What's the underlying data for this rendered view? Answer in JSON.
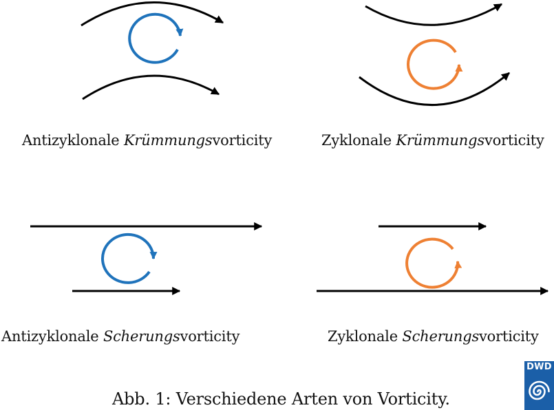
{
  "colors": {
    "flow": "#000000",
    "anticyclonic": "#1f73bb",
    "cyclonic": "#ee8033",
    "logo_blue": "#1b5fa8"
  },
  "panels": [
    {
      "label_prefix": "Antizyklonale ",
      "label_emphasis": "Krümmungs",
      "label_suffix": "vorticity"
    },
    {
      "label_prefix": "Zyklonale ",
      "label_emphasis": "Krümmungs",
      "label_suffix": "vorticity"
    },
    {
      "label_prefix": "Antizyklonale ",
      "label_emphasis": "Scherungs",
      "label_suffix": "vorticity"
    },
    {
      "label_prefix": "Zyklonale ",
      "label_emphasis": "Scherungs",
      "label_suffix": "vorticity"
    }
  ],
  "caption": "Abb. 1: Verschiedene Arten von Vorticity.",
  "logo": {
    "text": "DWD",
    "icon": "dwd-swirl-logo-icon"
  }
}
